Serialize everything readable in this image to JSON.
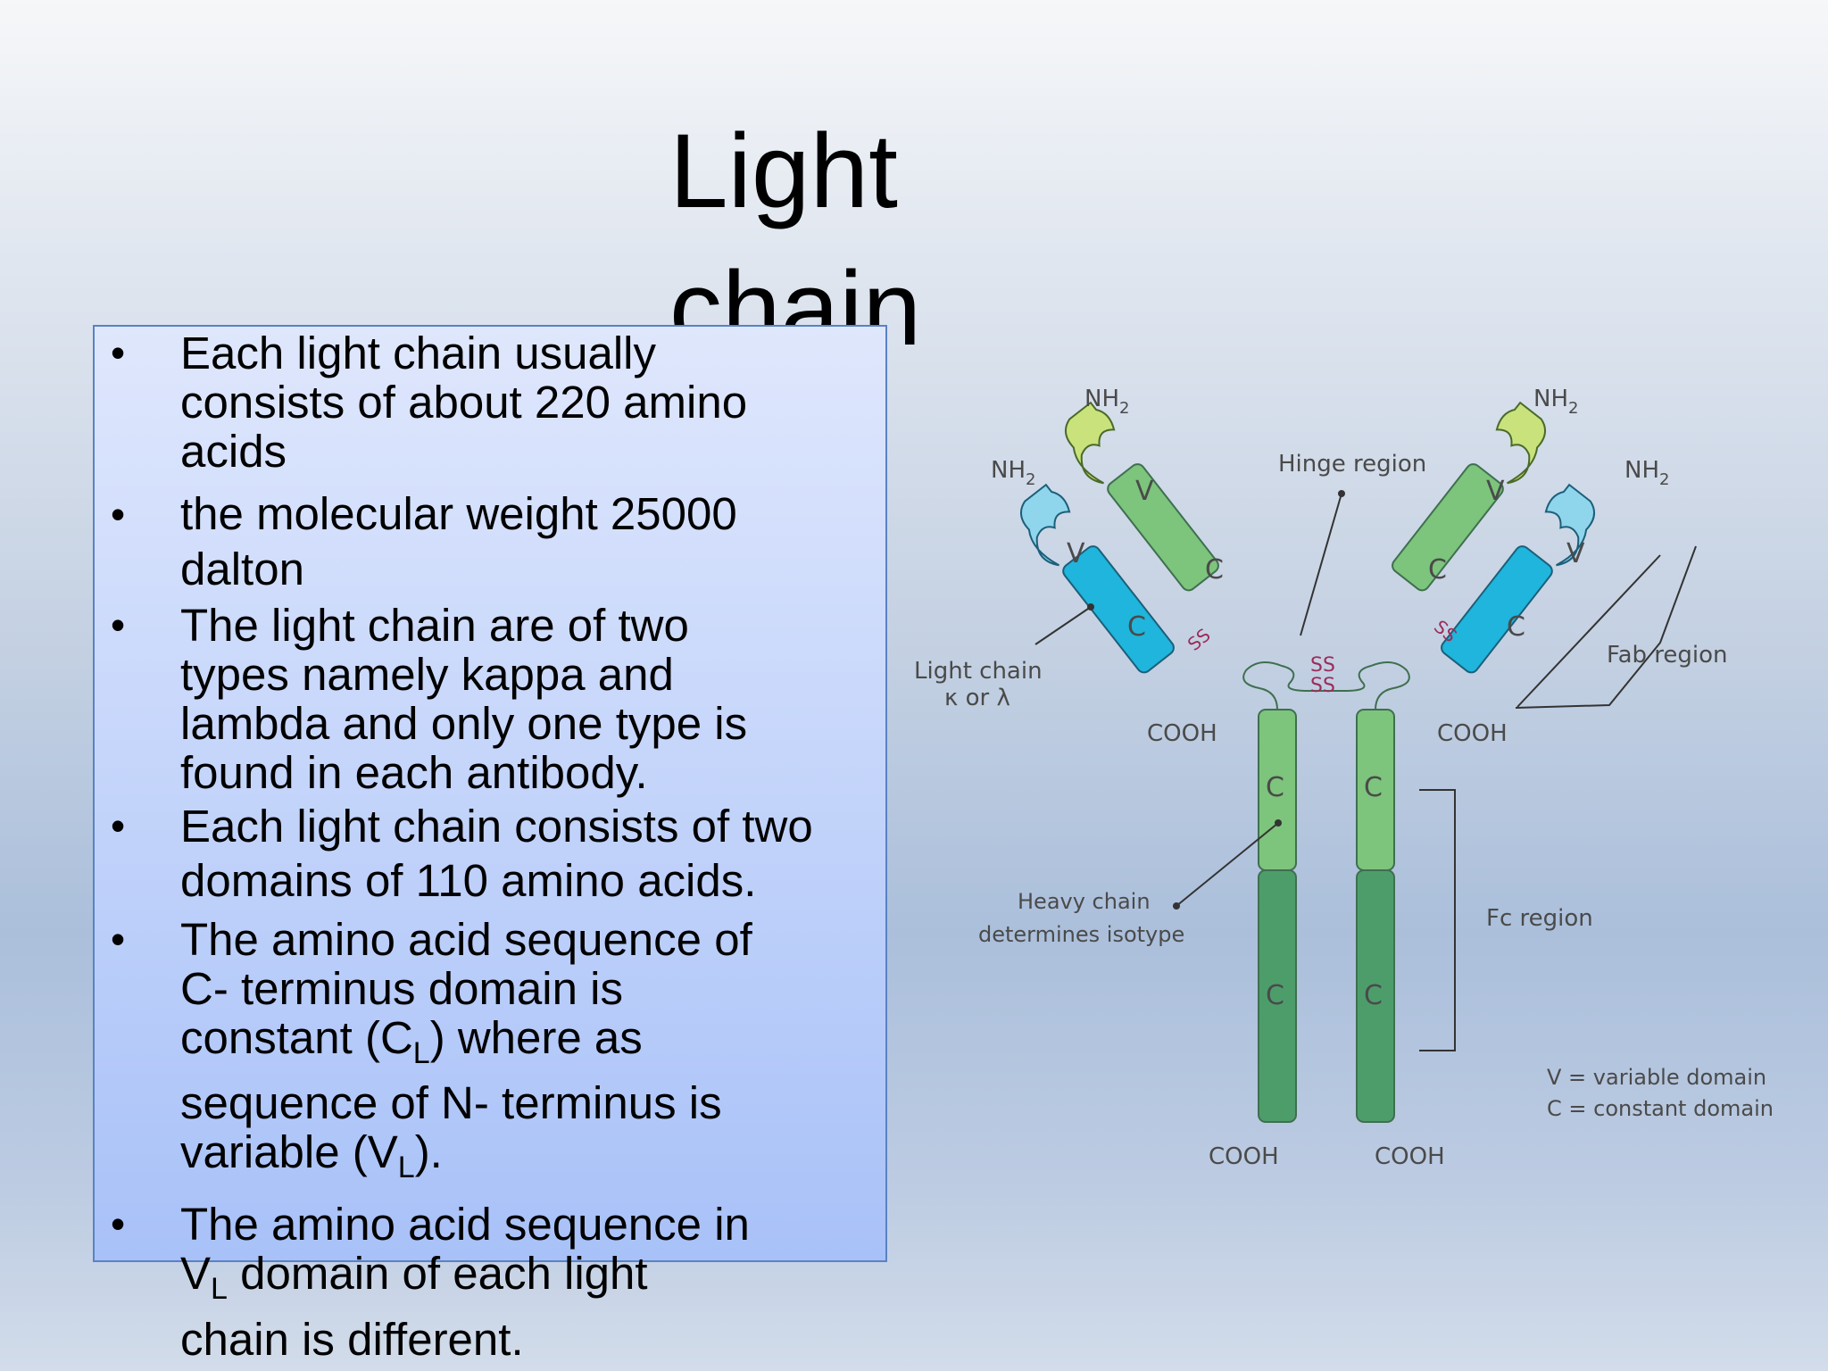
{
  "slide": {
    "title_line1": "Light",
    "title_line2": "chain",
    "bullets": [
      {
        "lines": [
          "Each light chain usually",
          "consists  of about 220 amino",
          "acids"
        ]
      },
      {
        "lines": [
          "the molecular weight 25000",
          "dalton"
        ]
      },
      {
        "lines": [
          "The light chain are of two",
          "types  namely kappa and",
          "lambda and  only one type is",
          "found in each  antibody."
        ]
      },
      {
        "lines": [
          "Each light chain consists of two",
          "domains of 110 amino acids."
        ]
      },
      {
        "b5_l1": "The amino acid sequence of",
        "b5_l2": "C-  terminus domain is",
        "b5_l3_pre": "constant (C",
        "b5_l3_sub": "L",
        "b5_l3_post": ")  where as",
        "b5_l4": "sequence of N-  terminus is",
        "b5_l5_pre": "variable (V",
        "b5_l5_sub": "L",
        "b5_l5_post": ")."
      },
      {
        "b6_l1": "The amino acid sequence in",
        "b6_l2_pre": "V",
        "b6_l2_sub": "L",
        "b6_l2_post": " domain of each light",
        "b6_l3": "chain is  different."
      }
    ],
    "bullet_symbol": "•"
  },
  "diagram": {
    "nh2": "NH",
    "nh2_sub": "2",
    "cooh": "COOH",
    "v_label": "V",
    "c_label": "C",
    "ss": "SS",
    "hinge_region": "Hinge region",
    "light_chain_l1": "Light chain",
    "light_chain_l2": "κ or λ",
    "fab_region": "Fab region",
    "fc_region": "Fc region",
    "heavy_chain_l1": "Heavy chain",
    "heavy_chain_l2": "determines isotype",
    "legend_v": "V = variable domain",
    "legend_c": "C = constant domain",
    "colors": {
      "light_v": "#8fd5ec",
      "light_c": "#1fb5dc",
      "heavy_v": "#c9e27c",
      "heavy_c1": "#7dc47c",
      "heavy_c_lower": "#4d9d6b",
      "disulfide": "#9b2d5a"
    }
  }
}
